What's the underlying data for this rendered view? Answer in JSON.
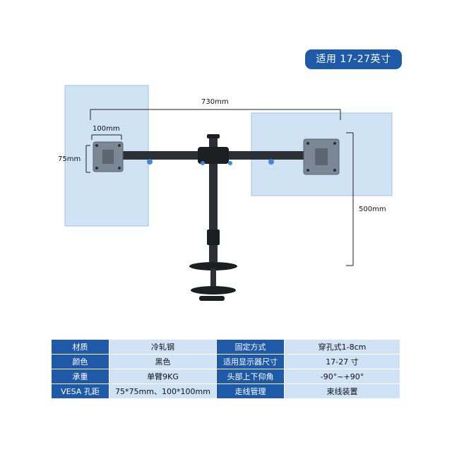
{
  "badge": "适用 17-27英寸",
  "dimensions": {
    "width_total": "730mm",
    "vesa_width": "100mm",
    "vesa_height": "75mm",
    "height": "500mm"
  },
  "specs": [
    {
      "k1": "材质",
      "v1": "冷轧钢",
      "k2": "固定方式",
      "v2": "穿孔式1-8cm"
    },
    {
      "k1": "颜色",
      "v1": "黑色",
      "k2": "适用显示器尺寸",
      "v2": "17-27 寸"
    },
    {
      "k1": "承重",
      "v1": "单臂9KG",
      "k2": "头部上下仰角",
      "v2": "-90°~+90°"
    },
    {
      "k1": "VESA 孔距",
      "v1": "75*75mm、100*100mm",
      "k2": "走线管理",
      "v2": "束线装置"
    }
  ],
  "colors": {
    "accent": "#1f5aa8",
    "cell_bg": "#cfe2f6",
    "screen_fill": "#cfe3f5",
    "arm": "#2c2f33",
    "plate": "#7a8794"
  }
}
